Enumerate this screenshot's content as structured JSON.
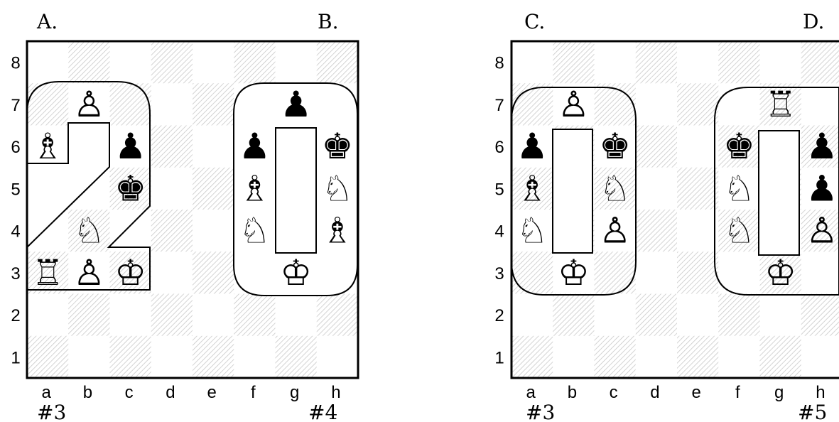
{
  "colors": {
    "ink": "#000000",
    "light": "#ffffff",
    "hatch": "#d6d6d6"
  },
  "diagrams": [
    {
      "id": "left",
      "corner_labels": {
        "left": "A.",
        "right": "B."
      },
      "rank_labels": [
        "8",
        "7",
        "6",
        "5",
        "4",
        "3",
        "2",
        "1"
      ],
      "file_labels": [
        "a",
        "b",
        "c",
        "d",
        "e",
        "f",
        "g",
        "h"
      ],
      "footer": {
        "left": "#3",
        "right": "#4"
      },
      "pieces": [
        {
          "sq": "b7",
          "color": "white",
          "type": "pawn"
        },
        {
          "sq": "a6",
          "color": "white",
          "type": "bishop"
        },
        {
          "sq": "c6",
          "color": "black",
          "type": "pawn"
        },
        {
          "sq": "c5",
          "color": "black",
          "type": "king"
        },
        {
          "sq": "b4",
          "color": "white",
          "type": "knight"
        },
        {
          "sq": "a3",
          "color": "white",
          "type": "rook"
        },
        {
          "sq": "b3",
          "color": "white",
          "type": "pawn"
        },
        {
          "sq": "c3",
          "color": "white",
          "type": "king"
        },
        {
          "sq": "g7",
          "color": "black",
          "type": "pawn"
        },
        {
          "sq": "f6",
          "color": "black",
          "type": "pawn"
        },
        {
          "sq": "h6",
          "color": "black",
          "type": "king"
        },
        {
          "sq": "f5",
          "color": "white",
          "type": "bishop"
        },
        {
          "sq": "h5",
          "color": "white",
          "type": "knight"
        },
        {
          "sq": "f4",
          "color": "white",
          "type": "knight"
        },
        {
          "sq": "h4",
          "color": "white",
          "type": "bishop"
        },
        {
          "sq": "g3",
          "color": "white",
          "type": "king"
        }
      ]
    },
    {
      "id": "right",
      "corner_labels": {
        "left": "C.",
        "right": "D."
      },
      "rank_labels": [
        "8",
        "7",
        "6",
        "5",
        "4",
        "3",
        "2",
        "1"
      ],
      "file_labels": [
        "a",
        "b",
        "c",
        "d",
        "e",
        "f",
        "g",
        "h"
      ],
      "footer": {
        "left": "#3",
        "right": "#5"
      },
      "pieces": [
        {
          "sq": "b7",
          "color": "white",
          "type": "pawn"
        },
        {
          "sq": "a6",
          "color": "black",
          "type": "pawn"
        },
        {
          "sq": "c6",
          "color": "black",
          "type": "king"
        },
        {
          "sq": "a5",
          "color": "white",
          "type": "bishop"
        },
        {
          "sq": "c5",
          "color": "white",
          "type": "knight"
        },
        {
          "sq": "a4",
          "color": "white",
          "type": "knight"
        },
        {
          "sq": "c4",
          "color": "white",
          "type": "pawn"
        },
        {
          "sq": "b3",
          "color": "white",
          "type": "king"
        },
        {
          "sq": "g7",
          "color": "white",
          "type": "rook"
        },
        {
          "sq": "f6",
          "color": "black",
          "type": "king"
        },
        {
          "sq": "h6",
          "color": "black",
          "type": "pawn"
        },
        {
          "sq": "f5",
          "color": "white",
          "type": "knight"
        },
        {
          "sq": "h5",
          "color": "black",
          "type": "pawn"
        },
        {
          "sq": "f4",
          "color": "white",
          "type": "knight"
        },
        {
          "sq": "h4",
          "color": "white",
          "type": "pawn"
        },
        {
          "sq": "g3",
          "color": "white",
          "type": "king"
        }
      ]
    }
  ]
}
